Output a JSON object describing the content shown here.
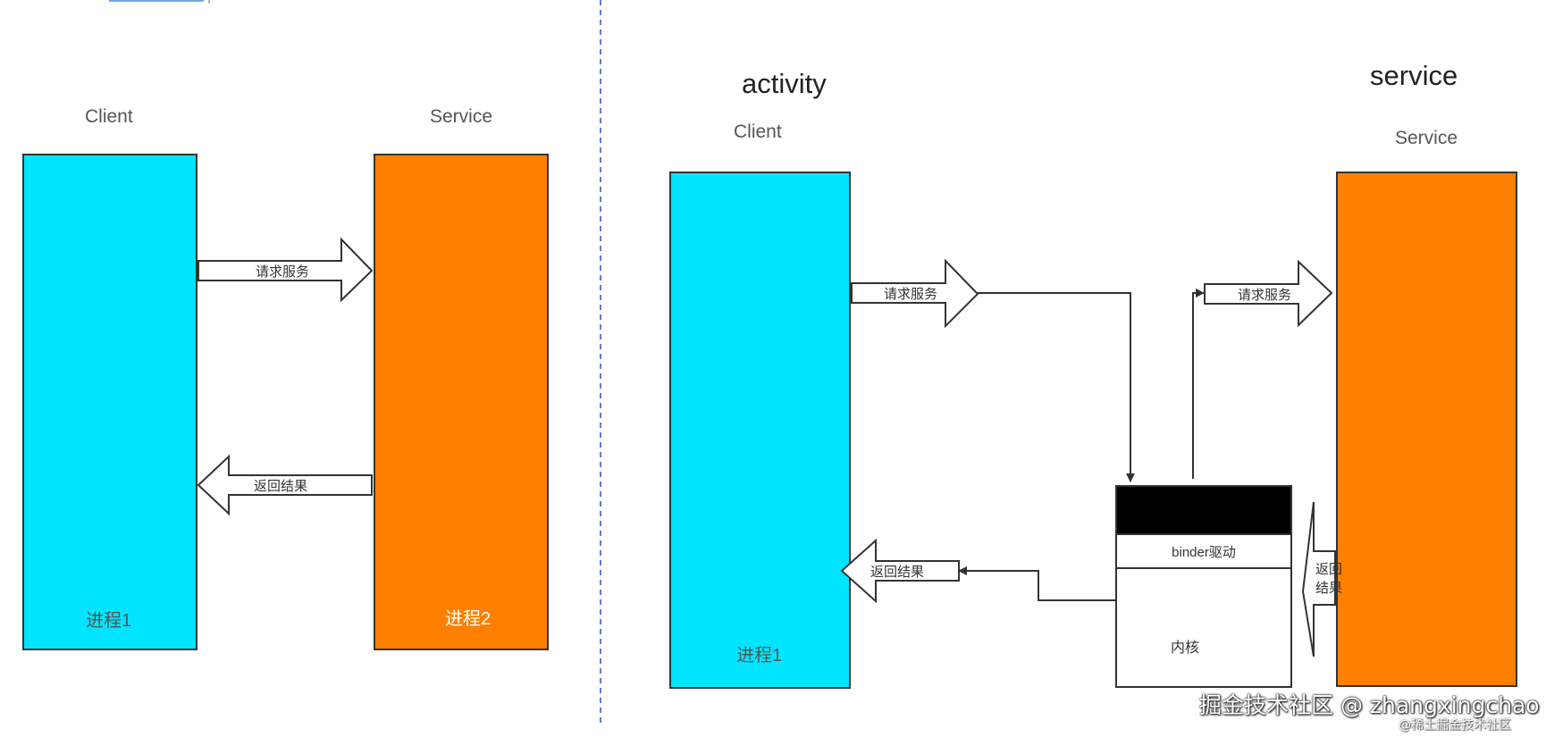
{
  "left_diagram": {
    "client_label": "Client",
    "service_label": "Service",
    "process1_label": "进程1",
    "process2_label": "进程2",
    "request_arrow_label": "请求服务",
    "return_arrow_label": "返回结果"
  },
  "right_diagram": {
    "activity_label": "activity",
    "service_title": "service",
    "client_label": "Client",
    "service_label": "Service",
    "process1_label": "进程1",
    "request_arrow_left_label": "请求服务",
    "request_arrow_right_label": "请求服务",
    "return_arrow_left_label": "返回结果",
    "return_arrow_vertical_label_line1": "返回",
    "return_arrow_vertical_label_line2": "结果",
    "binder_label": "binder驱动",
    "kernel_label": "内核"
  },
  "watermark": {
    "main": "掘金技术社区 @ zhangxingchao",
    "sub": "@稀土掘金技术社区"
  },
  "colors": {
    "client_box": "#00e5ff",
    "service_box": "#ff8000",
    "binder_header": "#000000",
    "divider": "#5b7fcf",
    "outline": "#333333"
  }
}
